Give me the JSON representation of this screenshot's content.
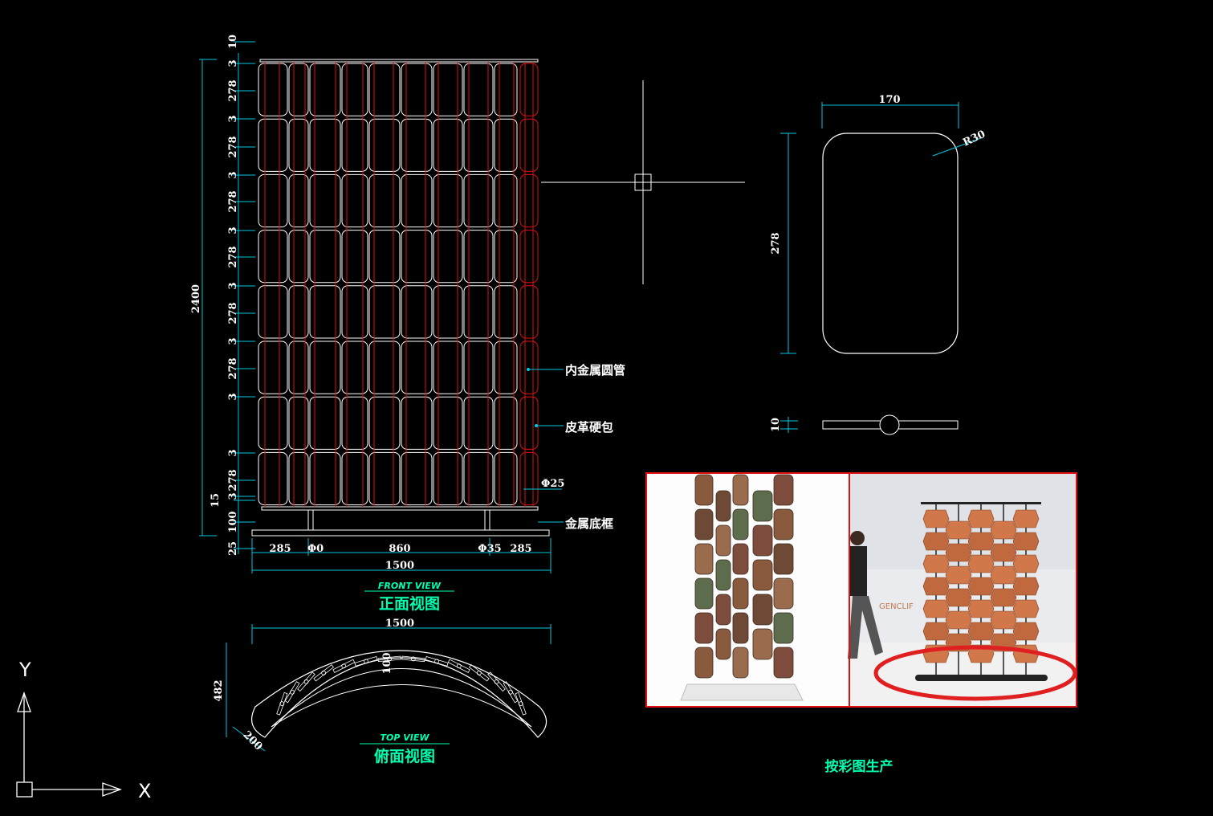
{
  "colors": {
    "background": "#000000",
    "dimension": "#00c8e0",
    "outline": "#ffffff",
    "accent_red": "#e01010",
    "title_green": "#00ffb0"
  },
  "front_view": {
    "title_en": "FRONT VIEW",
    "title_cn": "正面视图",
    "total_height": "2400",
    "row_labels": [
      "10",
      "3",
      "278",
      "3",
      "278",
      "3",
      "278",
      "3",
      "278",
      "3",
      "278",
      "3",
      "278",
      "3",
      "3",
      "278",
      "3",
      "15",
      "100",
      "25"
    ],
    "bottom_labels": [
      "285",
      "Φ0",
      "860",
      "Φ35",
      "285"
    ],
    "total_width": "1500",
    "callouts": [
      "内金属圆管",
      "皮革硬包",
      "Φ25",
      "金属底框"
    ]
  },
  "top_view": {
    "title_en": "TOP VIEW",
    "title_cn": "俯面视图",
    "width": "1500",
    "depth": "482",
    "inner": "100",
    "band": "200"
  },
  "module_detail": {
    "width": "170",
    "radius": "R30",
    "height": "278",
    "thickness": "10"
  },
  "reference": {
    "caption": "按彩图生产",
    "photo2_sign": "GENCLIF"
  },
  "ucs": {
    "x": "X",
    "y": "Y"
  }
}
